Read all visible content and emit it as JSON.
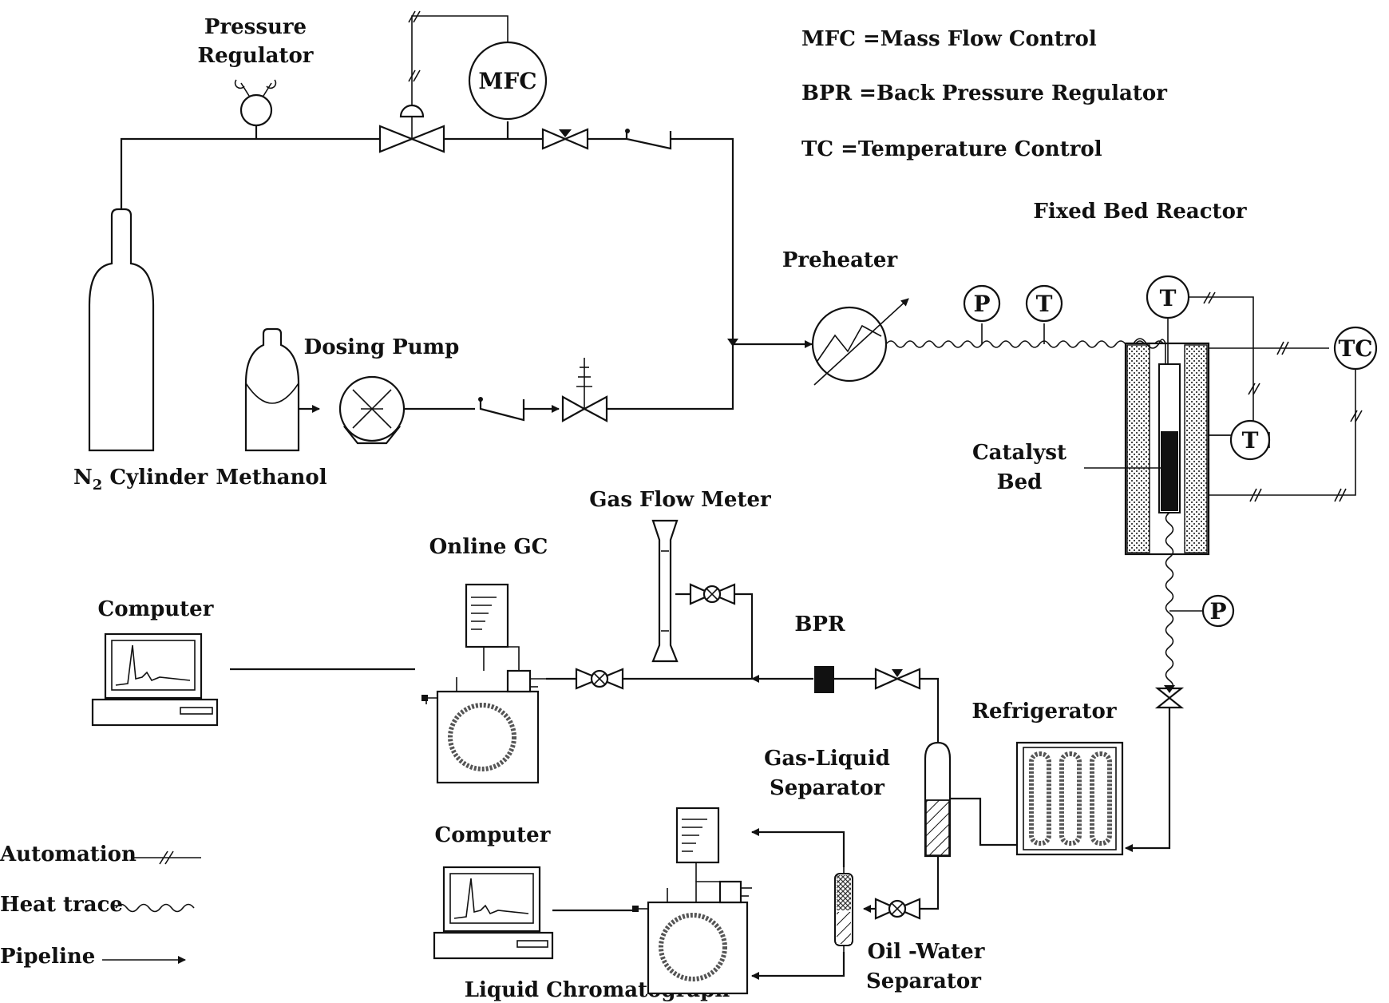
{
  "labels": {
    "pressure_regulator_l1": "Pressure",
    "pressure_regulator_l2": "Regulator",
    "mfc": "MFC",
    "dosing_pump": "Dosing Pump",
    "n2_cylinder_main": "N",
    "n2_cylinder_sub": "2",
    "n2_cylinder_rest": " Cylinder",
    "methanol": "Methanol",
    "preheater": "Preheater",
    "fixed_bed_reactor": "Fixed Bed Reactor",
    "catalyst_bed_l1": "Catalyst",
    "catalyst_bed_l2": "Bed",
    "gas_flow_meter": "Gas Flow Meter",
    "online_gc": "Online GC",
    "computer_top": "Computer",
    "computer_bottom": "Computer",
    "bpr": "BPR",
    "refrigerator": "Refrigerator",
    "gas_liquid_separator_l1": "Gas-Liquid",
    "gas_liquid_separator_l2": "Separator",
    "oil_water_separator_l1": "Oil -Water",
    "oil_water_separator_l2": "Separator",
    "liquid_chromatograph": "Liquid Chromatograph"
  },
  "abbreviations": [
    "MFC =Mass  Flow Control",
    "BPR =Back Pressure Regulator",
    "TC =Temperature Control"
  ],
  "instruments": {
    "pressure": "P",
    "temperature": "T",
    "temp_control": "TC"
  },
  "legend": [
    {
      "label": "Automation",
      "symbol": "automation-line"
    },
    {
      "label": "Heat trace",
      "symbol": "heat-trace-line"
    },
    {
      "label": "Pipeline",
      "symbol": "pipeline-arrow"
    }
  ]
}
